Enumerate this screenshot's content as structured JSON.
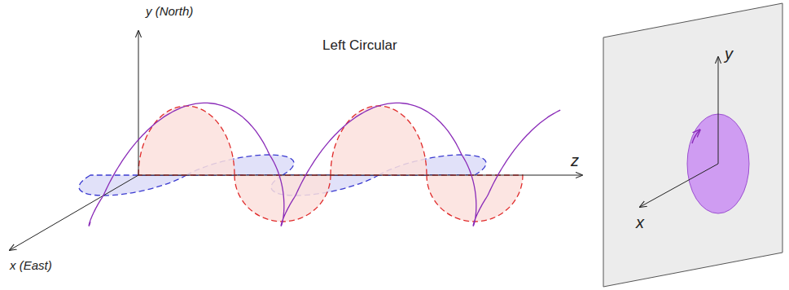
{
  "diagram": {
    "title": "Left Circular",
    "labels": [
      "y (North)",
      "z",
      "x (East)",
      "y",
      "x"
    ]
  }
}
